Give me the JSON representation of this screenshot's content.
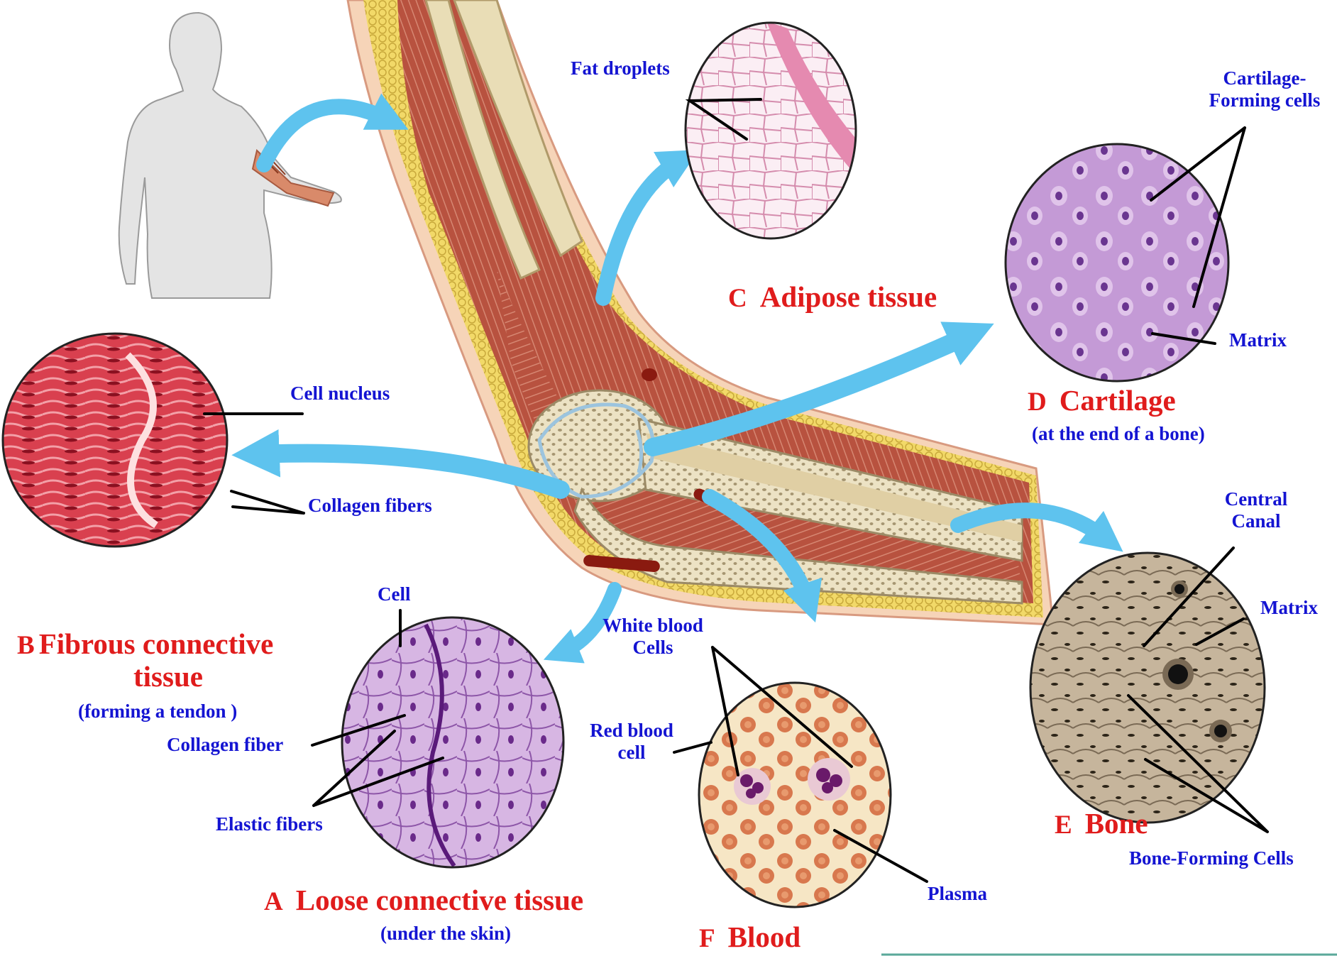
{
  "colors": {
    "label_text": "#1414d2",
    "title_text": "#e01c1c",
    "arrow": "#5ec3ee",
    "muscle": "#b8523f",
    "fat": "#f2d968",
    "bone": "#e8dcb8"
  },
  "panels": {
    "loose": {
      "letter": "A",
      "title": "Loose connective tissue",
      "subtitle": "(under the skin)",
      "labels": {
        "cell": "Cell",
        "collagen_fiber": "Collagen fiber",
        "elastic_fibers": "Elastic fibers"
      }
    },
    "fibrous": {
      "letter": "B",
      "title_line1": "Fibrous connective",
      "title_line2": "tissue",
      "subtitle": "(forming a tendon )",
      "labels": {
        "cell_nucleus": "Cell nucleus",
        "collagen_fibers": "Collagen fibers"
      }
    },
    "adipose": {
      "letter": "C",
      "title": "Adipose tissue",
      "labels": {
        "fat_droplets": "Fat droplets"
      }
    },
    "cartilage": {
      "letter": "D",
      "title": "Cartilage",
      "subtitle": "(at the end of a bone)",
      "labels": {
        "forming_cells_line1": "Cartilage-",
        "forming_cells_line2": "Forming cells",
        "matrix": "Matrix"
      }
    },
    "bone": {
      "letter": "E",
      "title": "Bone",
      "labels": {
        "central_canal_line1": "Central",
        "central_canal_line2": "Canal",
        "matrix": "Matrix",
        "forming_cells": "Bone-Forming Cells"
      }
    },
    "blood": {
      "letter": "F",
      "title": "Blood",
      "labels": {
        "wbc_line1": "White blood",
        "wbc_line2": "Cells",
        "rbc_line1": "Red blood",
        "rbc_line2": "cell",
        "plasma": "Plasma"
      }
    }
  }
}
